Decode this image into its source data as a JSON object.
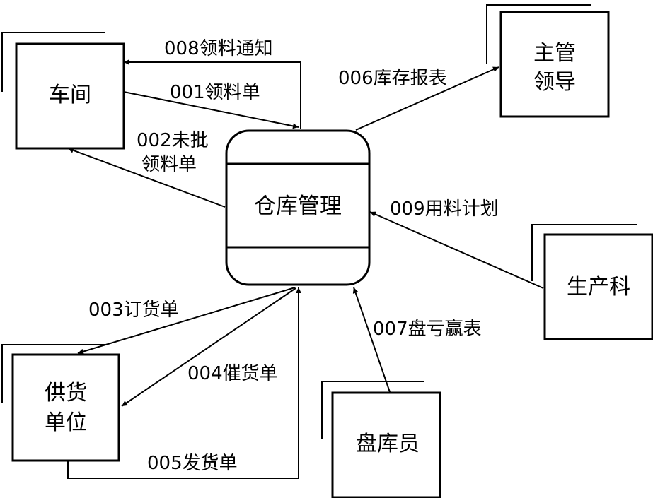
{
  "process": {
    "title": "仓库管理"
  },
  "entities": {
    "workshop": {
      "lines": [
        "车间"
      ]
    },
    "leader": {
      "lines": [
        "主管",
        "领导"
      ]
    },
    "production": {
      "lines": [
        "生产科"
      ]
    },
    "supplier": {
      "lines": [
        "供货",
        "单位"
      ]
    },
    "stock_clerk": {
      "lines": [
        "盘库员"
      ]
    }
  },
  "flows": {
    "f008": {
      "lines": [
        "008领料通知"
      ]
    },
    "f001": {
      "lines": [
        "001领料单"
      ]
    },
    "f002": {
      "lines": [
        "002未批",
        "领料单"
      ]
    },
    "f006": {
      "lines": [
        "006库存报表"
      ]
    },
    "f009": {
      "lines": [
        "009用料计划"
      ]
    },
    "f003": {
      "lines": [
        "003订货单"
      ]
    },
    "f004": {
      "lines": [
        "004催货单"
      ]
    },
    "f005": {
      "lines": [
        "005发货单"
      ]
    },
    "f007": {
      "lines": [
        "007盘亏赢表"
      ]
    }
  },
  "colors": {
    "stroke": "#000000",
    "background": "#ffffff"
  }
}
